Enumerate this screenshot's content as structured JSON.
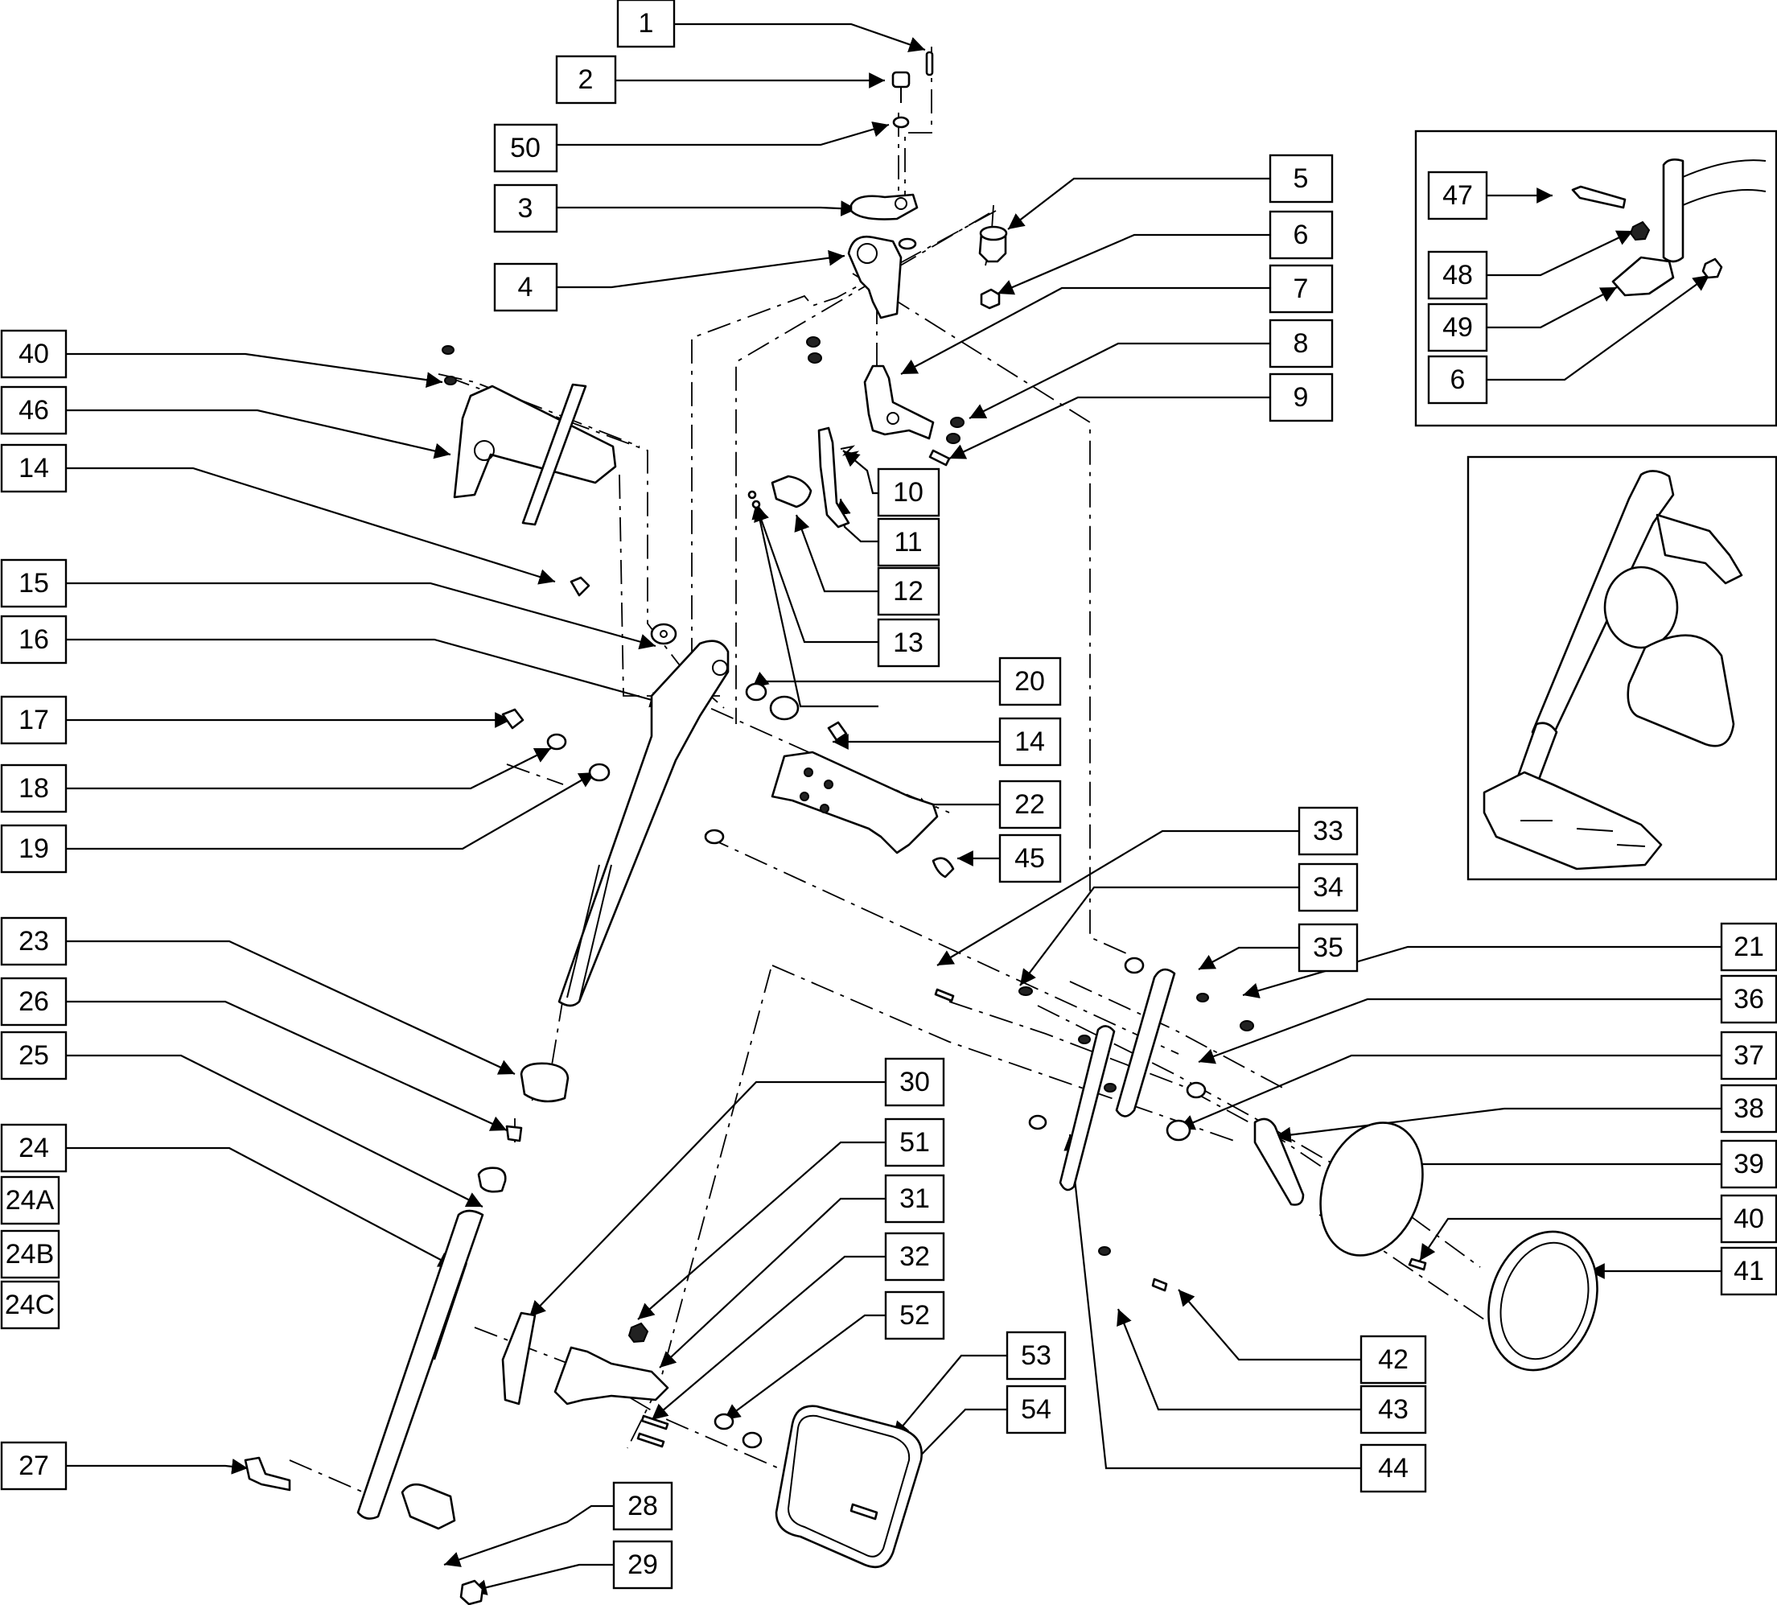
{
  "callouts": {
    "c1": "1",
    "c2": "2",
    "c50": "50",
    "c3": "3",
    "c4": "4",
    "c5": "5",
    "c6": "6",
    "c7": "7",
    "c8": "8",
    "c9": "9",
    "c10": "10",
    "c11": "11",
    "c12": "12",
    "c13": "13",
    "c40a": "40",
    "c46": "46",
    "c14a": "14",
    "c15": "15",
    "c16": "16",
    "c17": "17",
    "c18": "18",
    "c19": "19",
    "c20": "20",
    "c14b": "14",
    "c22": "22",
    "c45": "45",
    "c23": "23",
    "c26": "26",
    "c25": "25",
    "c24": "24",
    "c24A": "24A",
    "c24B": "24B",
    "c24C": "24C",
    "c27": "27",
    "c28": "28",
    "c29": "29",
    "c30": "30",
    "c51": "51",
    "c31": "31",
    "c32": "32",
    "c52": "52",
    "c53": "53",
    "c54": "54",
    "c33": "33",
    "c34": "34",
    "c35": "35",
    "c21": "21",
    "c36": "36",
    "c37": "37",
    "c38": "38",
    "c39": "39",
    "c40b": "40",
    "c41": "41",
    "c42": "42",
    "c43": "43",
    "c44": "44",
    "c47": "47",
    "c48": "48",
    "c49": "49",
    "c6b": "6"
  }
}
